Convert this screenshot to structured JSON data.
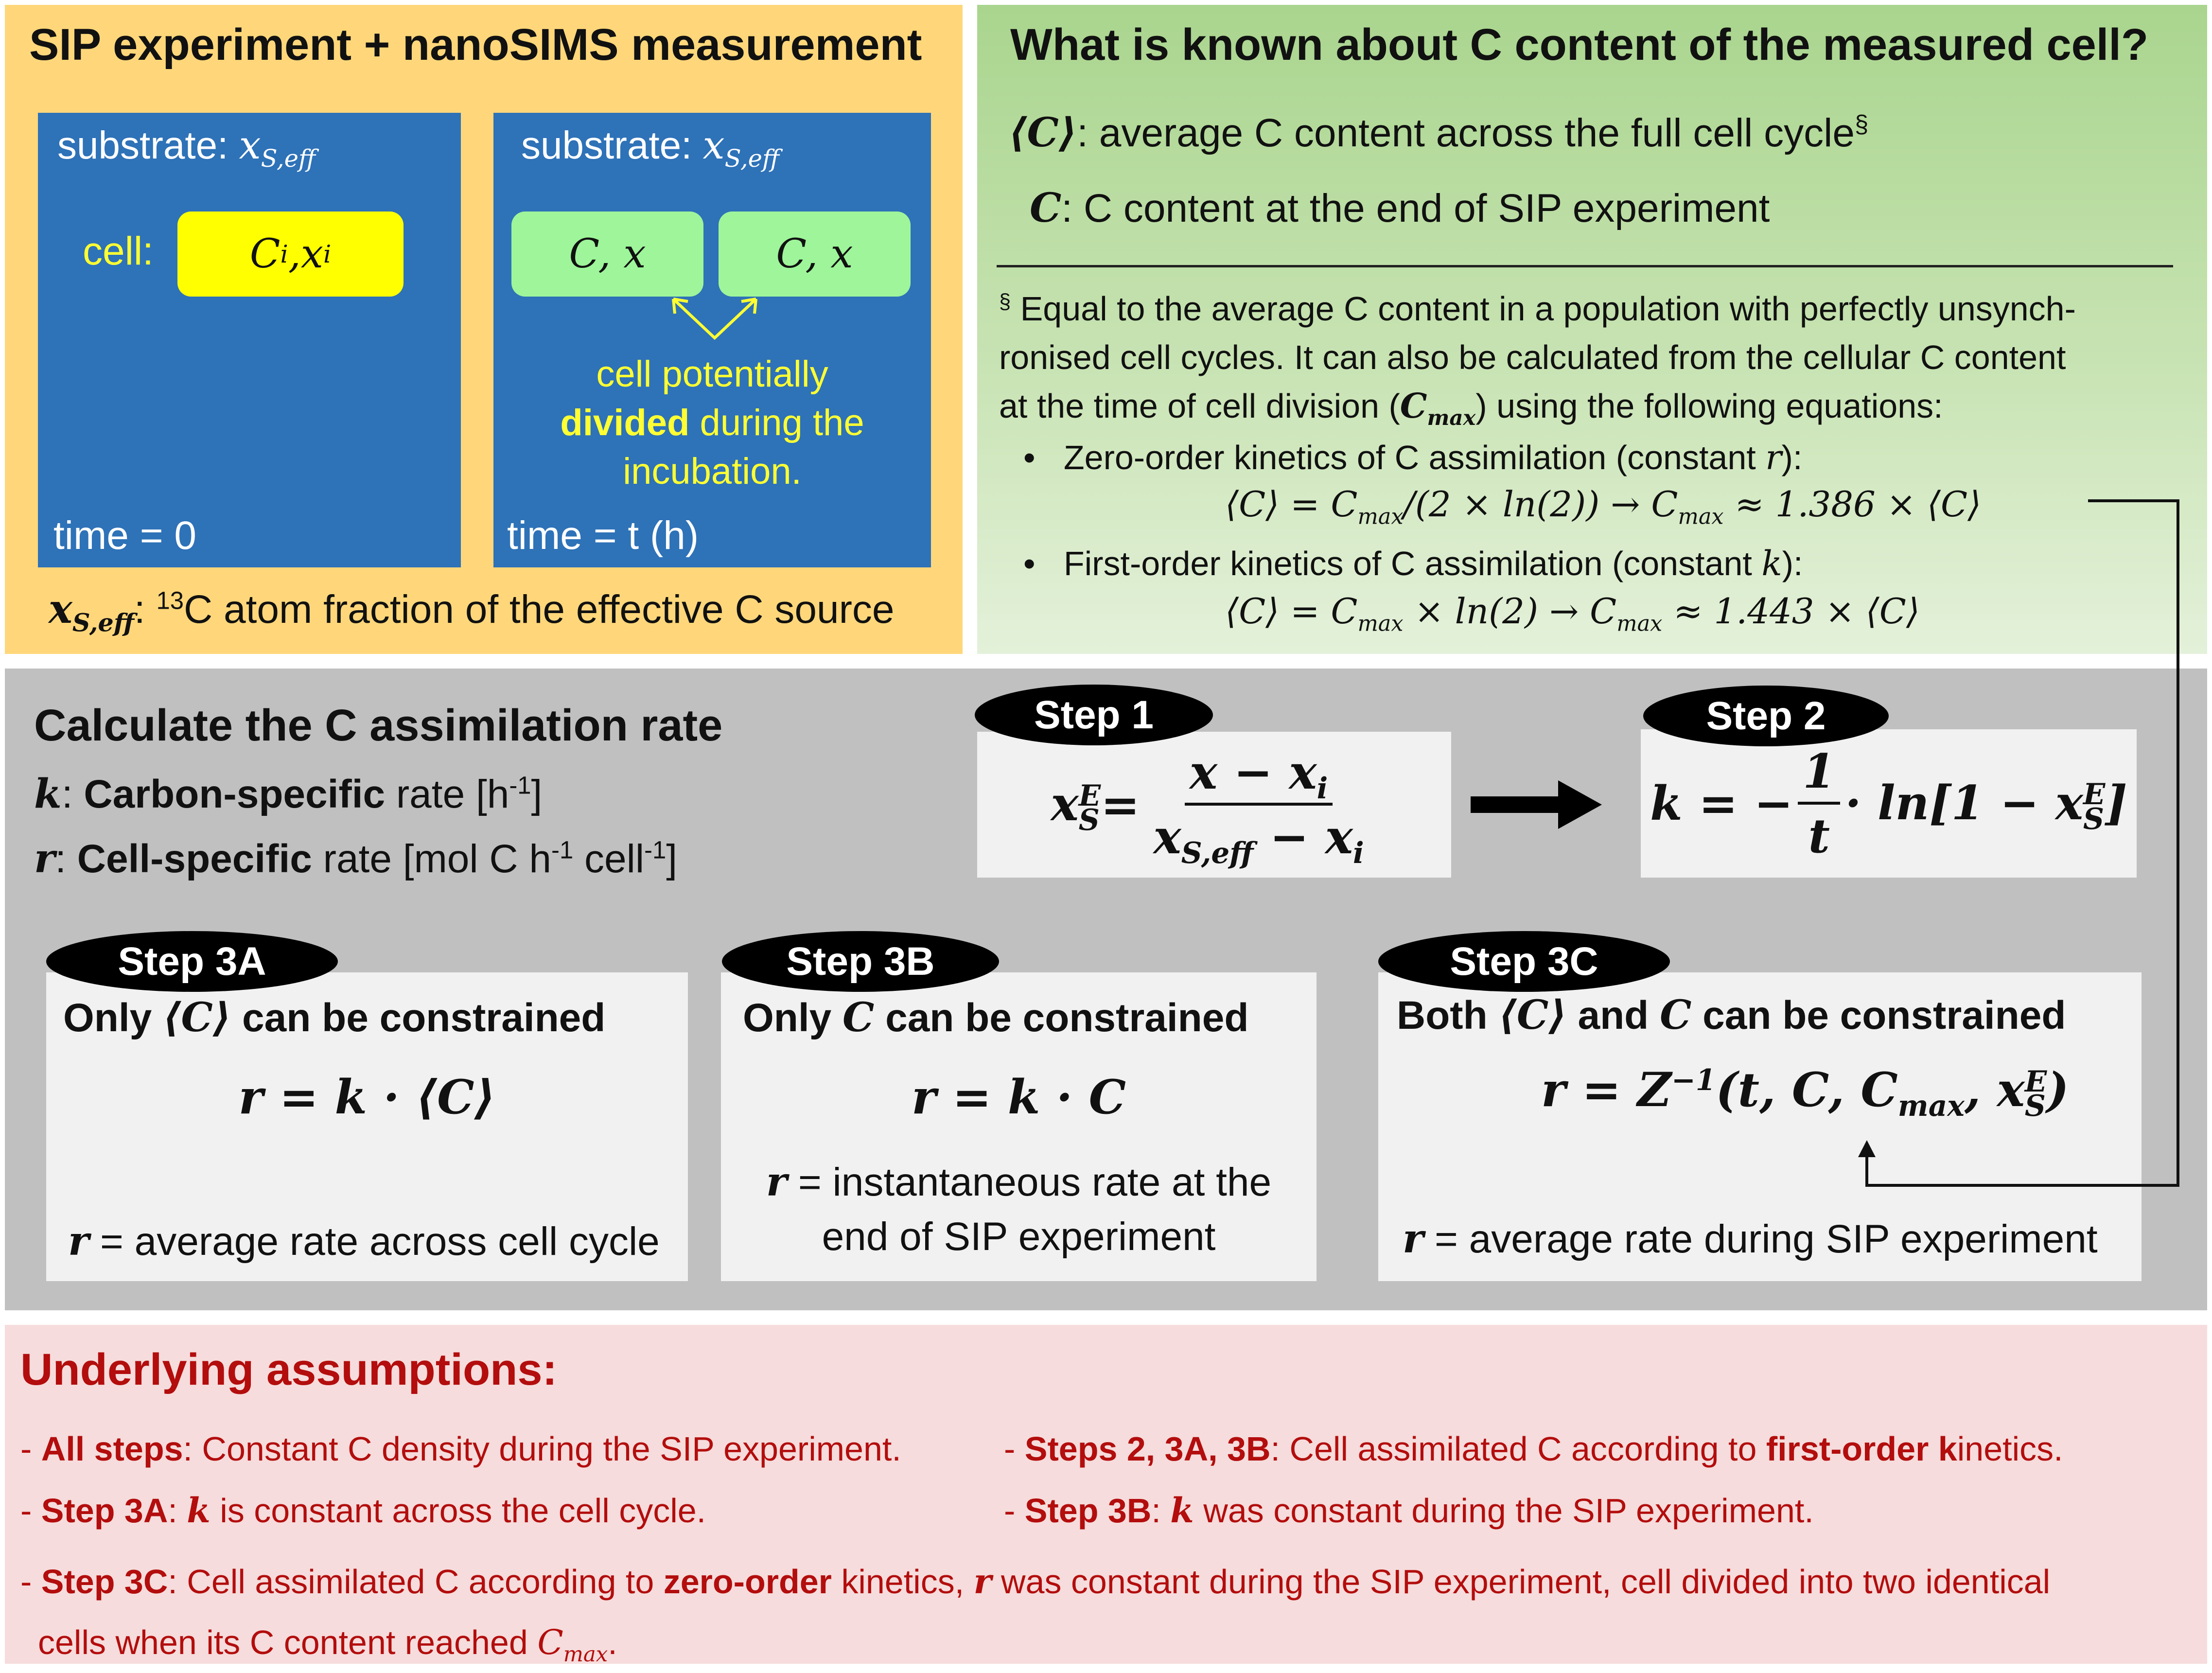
{
  "colors": {
    "panel_top_left": "#ffd77a",
    "panel_top_right": "#b6da9a",
    "panel_middle": "#c0c0c0",
    "panel_bottom": "#f6dcdc",
    "blue_box": "#2e72b8",
    "yellow_cell": "#ffff00",
    "green_cell": "#9ef59a",
    "label_yellow": "#ffff33",
    "assumption_red": "#b30d0d"
  },
  "sip": {
    "title": "SIP experiment + nanoSIMS measurement",
    "substrate_label": "substrate: ",
    "substrate_var": "x",
    "substrate_sub": "S,eff",
    "cell_label": "cell:",
    "cell_initial_c": "C",
    "cell_initial_c_sub": "i",
    "cell_initial_sep": ", ",
    "cell_initial_x": "x",
    "cell_initial_x_sub": "i",
    "daughter_cell": "C, x",
    "division_note_1": "cell potentially",
    "division_note_bold": "divided",
    "division_note_2": " during the",
    "division_note_3": "incubation.",
    "time_start": "time = 0",
    "time_end": "time = t (h)",
    "footnote_var": "x",
    "footnote_var_sub": "S,eff",
    "footnote_colon": ": ",
    "footnote_sup": "13",
    "footnote_text": "C atom fraction of the effective C source"
  },
  "known": {
    "title": "What is known about C content of the measured cell?",
    "avg_symbol": "⟨C⟩",
    "avg_desc": ": average C content across the full cell cycle",
    "avg_sup": "§",
    "end_symbol": "C",
    "end_desc": ":   C content at the end of SIP experiment",
    "note_sup": "§",
    "note_line1": " Equal to the average C content in a population with perfectly unsynch-",
    "note_line2": "ronised cell cycles. It can also be calculated from the cellular C content",
    "note_line3a": "at the time of cell division (",
    "note_line3_var": "C",
    "note_line3_sub": "max",
    "note_line3b": ") using the following equations:",
    "bullet1_text": "Zero-order kinetics of C assimilation (constant ",
    "bullet1_var": "r",
    "bullet1_end": "):",
    "eq1": "⟨C⟩ = C",
    "eq1_sub": "max",
    "eq1_rest": "/(2 × ln(2)) →  C",
    "eq1_sub2": "max",
    "eq1_tail": " ≈ 1.386  × ⟨C⟩",
    "bullet2_text": "First-order kinetics of C assimilation (constant ",
    "bullet2_var": "k",
    "bullet2_end": "):",
    "eq2": "⟨C⟩ =  C",
    "eq2_sub": "max",
    "eq2_rest": " × ln(2) →  C",
    "eq2_sub2": "max",
    "eq2_tail": " ≈ 1.443  × ⟨C⟩"
  },
  "calc": {
    "title": "Calculate the C assimilation rate",
    "k_var": "k",
    "k_colon": ": ",
    "k_bold": "Carbon-specific",
    "k_rest": " rate [h",
    "k_sup": "-1",
    "k_end": "]",
    "r_var": "r",
    "r_colon": ": ",
    "r_bold": "Cell-specific",
    "r_rest": " rate [mol C h",
    "r_sup1": "-1",
    "r_mid": " cell",
    "r_sup2": "-1",
    "r_end": "]",
    "step1_label": "Step 1",
    "step1_lhs": "x",
    "step1_lhs_sup": "E",
    "step1_lhs_sub": "S",
    "step1_eq": " = ",
    "step1_num": "x − x",
    "step1_num_sub": "i",
    "step1_den": "x",
    "step1_den_sub": "S,eff",
    "step1_den_rest": " − x",
    "step1_den_sub2": "i",
    "step2_label": "Step 2",
    "step2_lhs": "k = −",
    "step2_num": "1",
    "step2_den": "t",
    "step2_rest": "· ln[1 − x",
    "step2_sup": "E",
    "step2_sub": "S",
    "step2_close": "]",
    "step3a_label": "Step 3A",
    "step3a_title_1": "Only ",
    "step3a_title_sym": "⟨C⟩",
    "step3a_title_2": " can be constrained",
    "step3a_eq": "r = k · ⟨C⟩",
    "step3a_note_var": "r",
    "step3a_note": " = average rate across cell cycle",
    "step3b_label": "Step 3B",
    "step3b_title_1": "Only ",
    "step3b_title_sym": "C",
    "step3b_title_2": " can be constrained",
    "step3b_eq": "r = k · C",
    "step3b_note_var": "r",
    "step3b_note_1": " = instantaneous rate at the",
    "step3b_note_2": "end of SIP experiment",
    "step3c_label": "Step 3C",
    "step3c_title_1": "Both ",
    "step3c_title_sym1": "⟨C⟩",
    "step3c_title_2": " and ",
    "step3c_title_sym2": "C",
    "step3c_title_3": " can be constrained",
    "step3c_eq": "r = Z",
    "step3c_eq_sup": "−1",
    "step3c_eq_args": "(t, C, C",
    "step3c_eq_sub": "max",
    "step3c_eq_comma": ", x",
    "step3c_eq_sup2": "E",
    "step3c_eq_sub2": "S",
    "step3c_eq_close": ")",
    "step3c_note_var": "r",
    "step3c_note": " = average rate during SIP experiment"
  },
  "assumptions": {
    "title": "Underlying assumptions:",
    "a1_prefix": "- ",
    "a1_bold": "All steps",
    "a1_text": ": Constant C density during the SIP experiment.",
    "a2_prefix": "- ",
    "a2_bold": "Steps 2, 3A, 3B",
    "a2_text": ": Cell assimilated C according to ",
    "a2_bold2": "first-order k",
    "a2_end": "inetics.",
    "a3_prefix": "- ",
    "a3_bold": "Step 3A",
    "a3_colon": ": ",
    "a3_var": "k",
    "a3_text": " is constant across the cell cycle.",
    "a4_prefix": "- ",
    "a4_bold": "Step 3B",
    "a4_colon": ": ",
    "a4_var": "k",
    "a4_text": " was constant during the SIP experiment.",
    "a5_prefix": "- ",
    "a5_bold": "Step 3C",
    "a5_text1": ": Cell assimilated C according to ",
    "a5_bold2": "zero-order",
    "a5_text2": " kinetics, ",
    "a5_var": "r",
    "a5_text3": " was constant during the SIP experiment, cell divided into two identical",
    "a5_line2": "cells when its C content reached ",
    "a5_cvar": "C",
    "a5_csub": "max",
    "a5_period": "."
  }
}
